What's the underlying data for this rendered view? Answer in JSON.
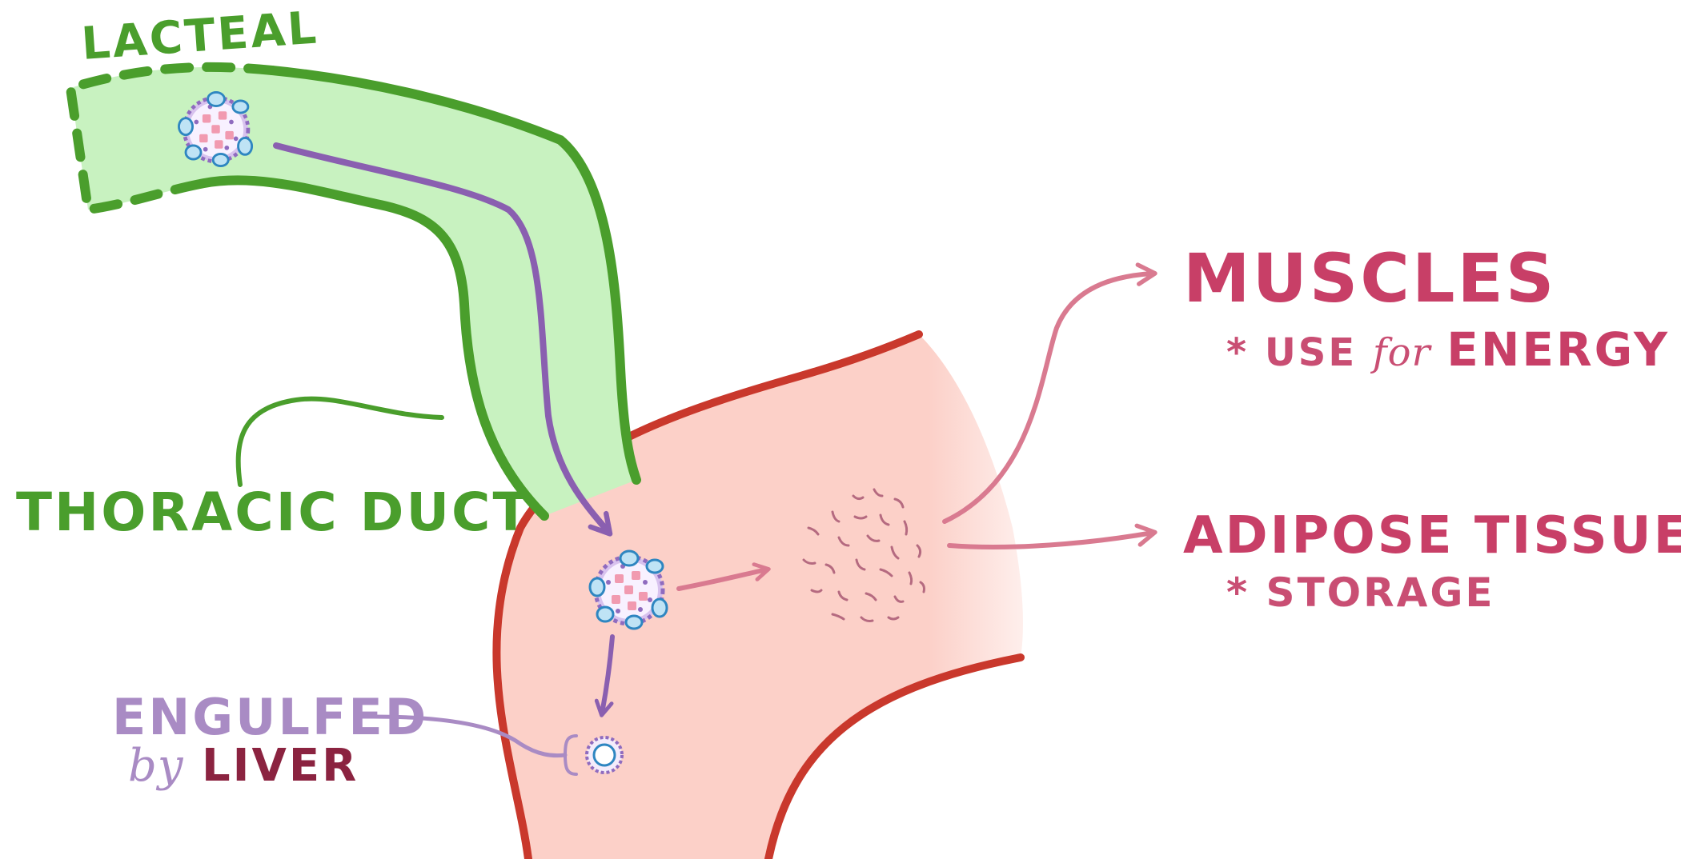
{
  "labels": {
    "lacteal": "LACTEAL",
    "thoracic_duct": "THORACIC DUCT",
    "engulfed": "ENGULFED",
    "by": "by",
    "liver": "LIVER",
    "muscles": "MUSCLES",
    "energy_note": {
      "asterisk": "*",
      "use": "USE",
      "for": "for",
      "energy": "ENERGY"
    },
    "adipose_tissue": "ADIPOSE TISSUE",
    "storage_note": "* STORAGE"
  },
  "colors": {
    "duct_fill": "#c8f2c0",
    "duct_outline": "#4a9e2c",
    "vessel_fill": "#fcd0c8",
    "vessel_outline": "#c9382c",
    "flow_arrow": "#8a5fb0",
    "pink_arrow": "#d97a90",
    "muscles_text": "#c83f67",
    "liver_text": "#8b2340",
    "engulfed_text": "#a98bc4"
  },
  "icons": {
    "chylomicron": "chylomicron-particle-icon",
    "remnant": "chylomicron-remnant-icon",
    "fat_breakdown": "fatty-acid-fragments-icon"
  }
}
